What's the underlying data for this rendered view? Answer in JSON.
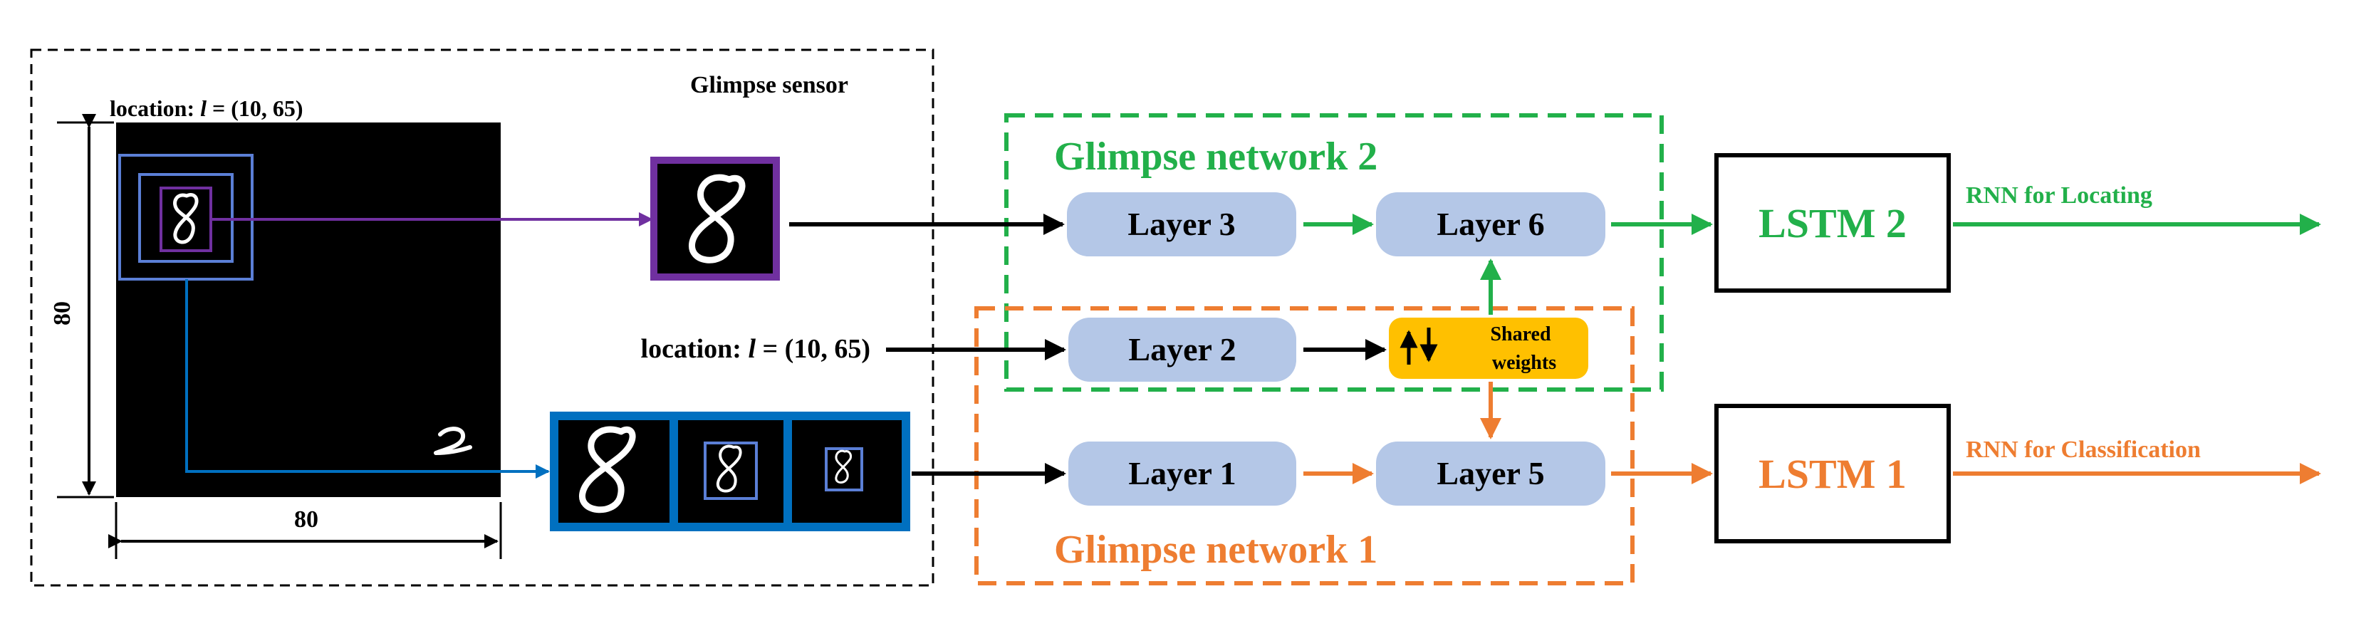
{
  "colors": {
    "green": "#22b04a",
    "orange": "#ee7d31",
    "purple": "#7030a0",
    "blue": "#0070c0",
    "layer_fill": "#b4c7e7",
    "shared_fill": "#ffc000",
    "image_bg": "#000000"
  },
  "sensor": {
    "title": "Glimpse sensor",
    "location_label": "location: ",
    "location_var": "l",
    "location_value": " = (10, 65)",
    "height_label": "80",
    "width_label": "80"
  },
  "input_location": {
    "label": "location: ",
    "var": "l",
    "value": " = (10, 65)"
  },
  "network2": {
    "label": "Glimpse network 2"
  },
  "network1": {
    "label": "Glimpse network 1"
  },
  "layers": {
    "layer1": "Layer 1",
    "layer2": "Layer 2",
    "layer3": "Layer 3",
    "layer5": "Layer 5",
    "layer6": "Layer 6"
  },
  "shared": {
    "line1": "Shared",
    "line2": "weights",
    "icon": "up-down-arrows-icon"
  },
  "lstm": {
    "top": "LSTM 2",
    "bottom": "LSTM 1"
  },
  "outputs": {
    "top": "RNN for Locating",
    "bottom": "RNN for Classification"
  }
}
